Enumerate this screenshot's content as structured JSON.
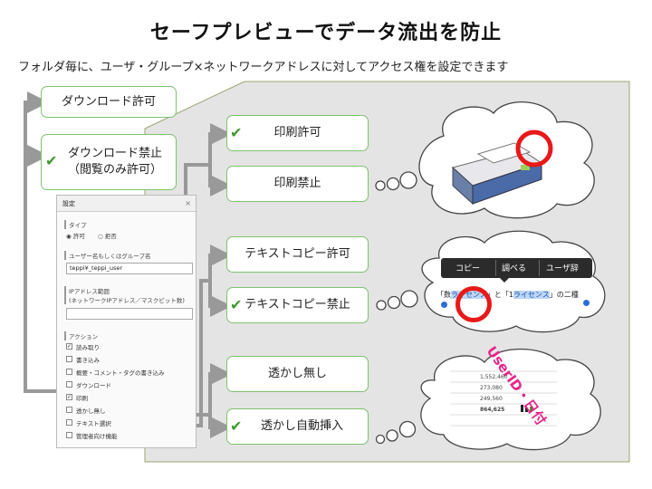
{
  "title": "セーフプレビューでデータ流出を防止",
  "subtitle": "フォルダ毎に、ユーザ・グループ×ネットワークアドレスに対してアクセス権を設定できます",
  "check_glyph": "✔",
  "left_boxes": {
    "download_allow": "ダウンロード許可",
    "download_deny_1": "ダウンロード禁止",
    "download_deny_2": "（閲覧のみ許可）"
  },
  "right_boxes": {
    "print_allow": "印刷許可",
    "print_deny": "印刷禁止",
    "copy_allow": "テキストコピー許可",
    "copy_deny": "テキストコピー禁止",
    "watermark_none": "透かし無し",
    "watermark_auto": "透かし自動挿入"
  },
  "settings_panel": {
    "title": "設定",
    "close": "×",
    "type_label": "タイプ",
    "type_allow": "許可",
    "type_deny": "拒否",
    "user_label": "ユーザー名もしくはグループ名",
    "user_value": "teppi¥_teppi_user",
    "ip_label_1": "IPアドレス範囲",
    "ip_label_2": "(ネットワークIPアドレス／マスクビット数)",
    "actions_label": "アクション",
    "actions": [
      {
        "label": "読み取り",
        "checked": true
      },
      {
        "label": "書き込み",
        "checked": false
      },
      {
        "label": "概要・コメント・タグの書き込み",
        "checked": false
      },
      {
        "label": "ダウンロード",
        "checked": false
      },
      {
        "label": "印刷",
        "checked": true
      },
      {
        "label": "透かし無し",
        "checked": false
      },
      {
        "label": "テキスト選択",
        "checked": false
      },
      {
        "label": "管理者向け機能",
        "checked": false
      }
    ]
  },
  "context_menu": {
    "items": [
      "コピー",
      "調べる",
      "ユーザ辞"
    ]
  },
  "selected_text": {
    "part1": "「数",
    "part2": "ライセンス",
    "part3": "」と「",
    "part4": "1",
    "part5": "ライセンス",
    "part6": "」の二種"
  },
  "watermark_text": "UserID・日付",
  "table_values": [
    "1,552,460",
    "273,080",
    "249,560",
    "864,625"
  ],
  "colors": {
    "green_border": "#7dc26f",
    "check_green": "#3c9a2e",
    "arrow_gray": "#999999",
    "red_circle": "#e81919",
    "watermark_pink": "#e6248a",
    "grey_region": "#e4e4e4"
  }
}
